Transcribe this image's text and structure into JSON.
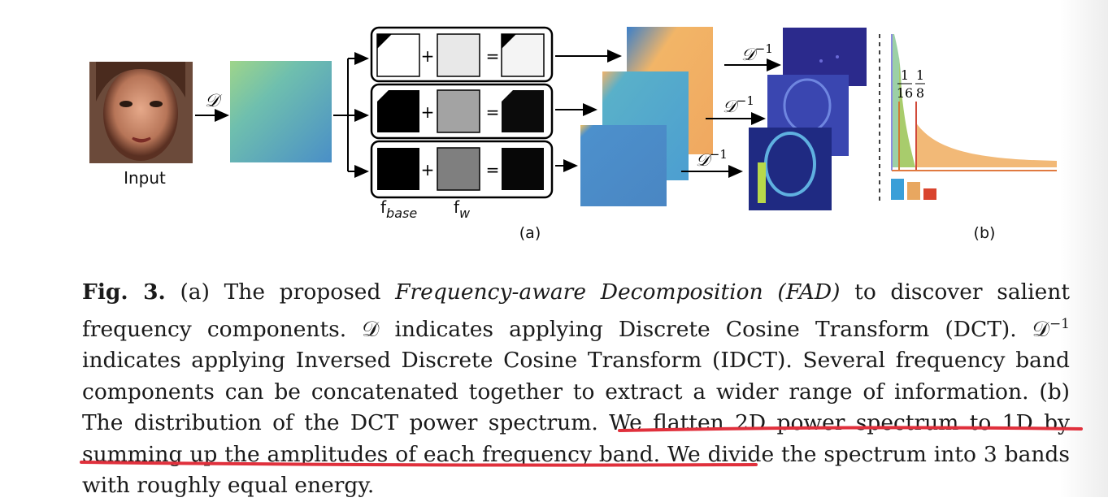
{
  "figure": {
    "input_label": "Input",
    "d_symbol": "𝒟",
    "d_inv_symbol": "𝒟",
    "d_inv_exp": "−1",
    "f_base_main": "f",
    "f_base_sub": "base",
    "f_w_main": "f",
    "f_w_sub": "w",
    "plus": "+",
    "equals": "=",
    "label_a": "(a)",
    "label_b": "(b)",
    "frac1_num": "1",
    "frac1_den": "16",
    "frac2_num": "1",
    "frac2_den": "8"
  },
  "caption": {
    "fig_label": "Fig. 3.",
    "part_a_marker": "(a) The proposed ",
    "fad_italic": "Frequency-aware Decomposition (FAD)",
    "after_fad": " to discover salient frequency components. 𝒟 indicates applying Discrete Cosine Transform (DCT). 𝒟",
    "d_inv_exp": "−1",
    "after_dinv": " indicates applying Inversed Discrete Cosine Transform (IDCT). Several frequency band components can be concatenated together to extract a wider range of information. (b) The distribution of the DCT power spectrum.",
    "underlined": " We flatten 2D power spectrum to 1D by summing up the amplitudes of each frequency band.",
    "tail": " We divide the spectrum into 3 bands with roughly equal energy."
  },
  "colors": {
    "underline": "#e0303c",
    "band_low": "#3a9fd8",
    "band_mid": "#e8a760",
    "band_high": "#d9442e"
  }
}
